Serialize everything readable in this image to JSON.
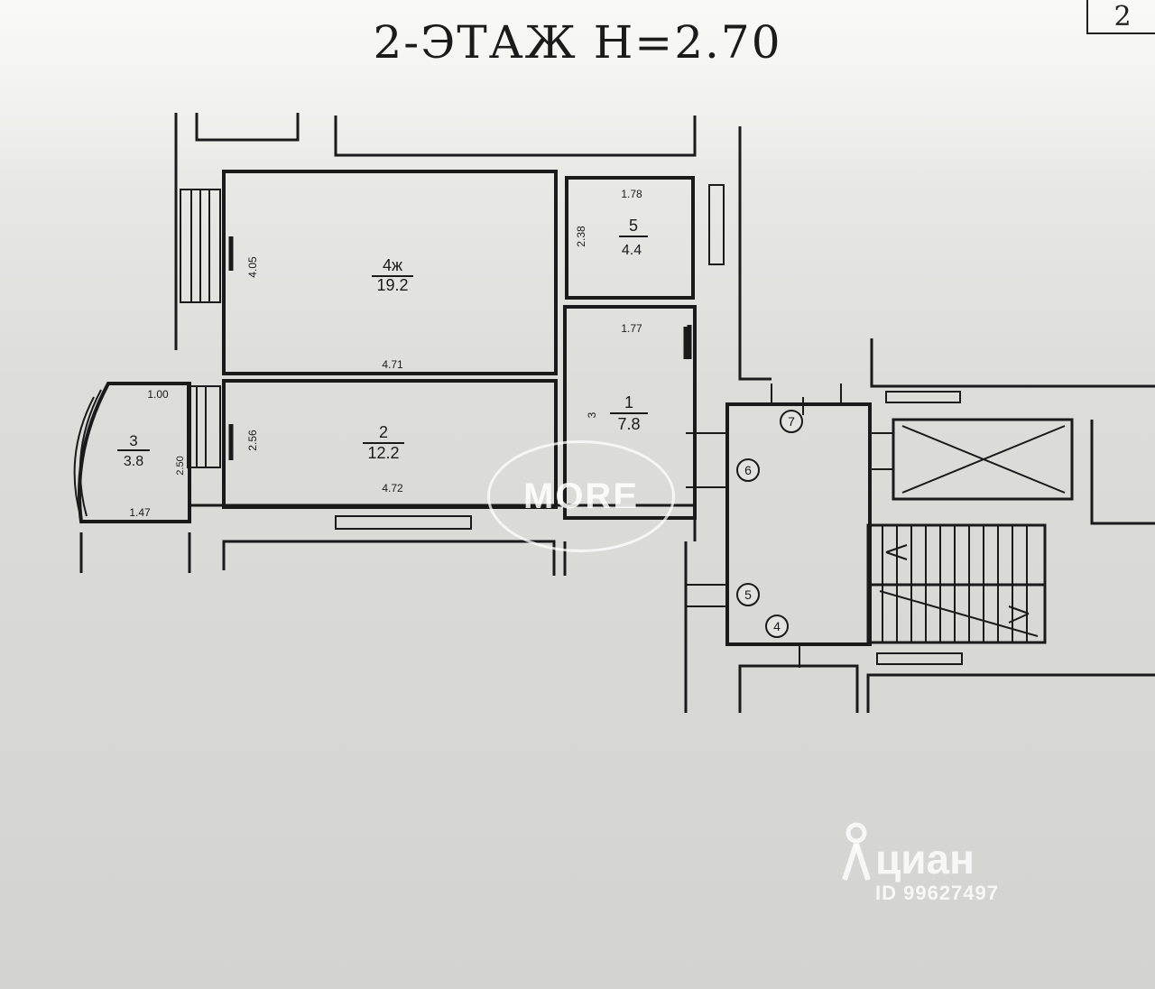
{
  "title": "2-ЭТАЖ Н=2.70",
  "sheet_number": "2",
  "rooms": [
    {
      "id": "4",
      "number": "4ж",
      "area": "19.2",
      "width": "4.71",
      "height": "4.05"
    },
    {
      "id": "2",
      "number": "2",
      "area": "12.2",
      "width": "4.72",
      "height": "2.56"
    },
    {
      "id": "5",
      "number": "5",
      "area": "4.4",
      "width": "1.78",
      "height": "2.38"
    },
    {
      "id": "1",
      "number": "1",
      "area": "7.8",
      "width": "1.77",
      "height": "3"
    },
    {
      "id": "3",
      "number": "3",
      "area": "3.8",
      "width": "1.47",
      "top_width": "1.00",
      "height": "2.50"
    }
  ],
  "axis_markers": [
    "7",
    "6",
    "5",
    "4"
  ],
  "watermarks": {
    "more": "MORE",
    "cian_brand": "циан",
    "cian_id": "ID 99627497"
  },
  "colors": {
    "line": "#1a1a1a",
    "paper": "#e3e3e0",
    "watermark": "#ffffff"
  }
}
